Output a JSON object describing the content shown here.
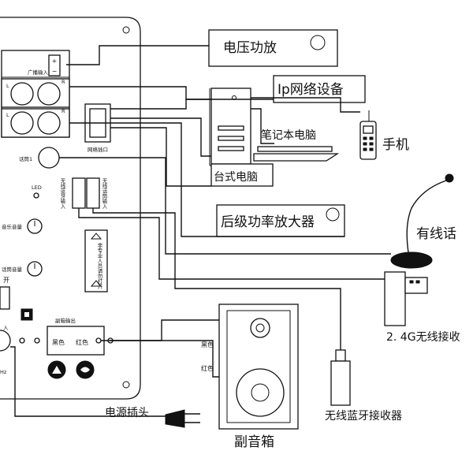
{
  "panel": {
    "broadcast_input": "广播输入",
    "plus": "+",
    "minus": "−",
    "l": "L",
    "r": "R",
    "network_port": "网络插口",
    "mic1": "话筒1",
    "led": "LED",
    "wireless_bt_in": "无线蓝牙输入",
    "wireless_mic_in": "无线话筒输入",
    "volume1": "音乐音量",
    "volume2": "话筒音量",
    "power_switch": "开",
    "sub_out": "副箱输出",
    "black": "黑色",
    "red": "红色",
    "warning_text": "非专业人员请勿打开",
    "hz": "Hz",
    "in": "入"
  },
  "devices": {
    "voltage_amp": "电压功放",
    "ip_network": "Ip网络设备",
    "laptop": "笔记本电脑",
    "phone": "手机",
    "desktop": "台式电脑",
    "rear_amp": "后级功率放大器",
    "wired_mic": "有线话",
    "receiver_24g": "2. 4G无线接收",
    "bt_receiver": "无线蓝牙接收器",
    "power_plug": "电源插头",
    "subwoofer": "副音箱",
    "speaker_black": "黑色",
    "speaker_red": "红色"
  }
}
